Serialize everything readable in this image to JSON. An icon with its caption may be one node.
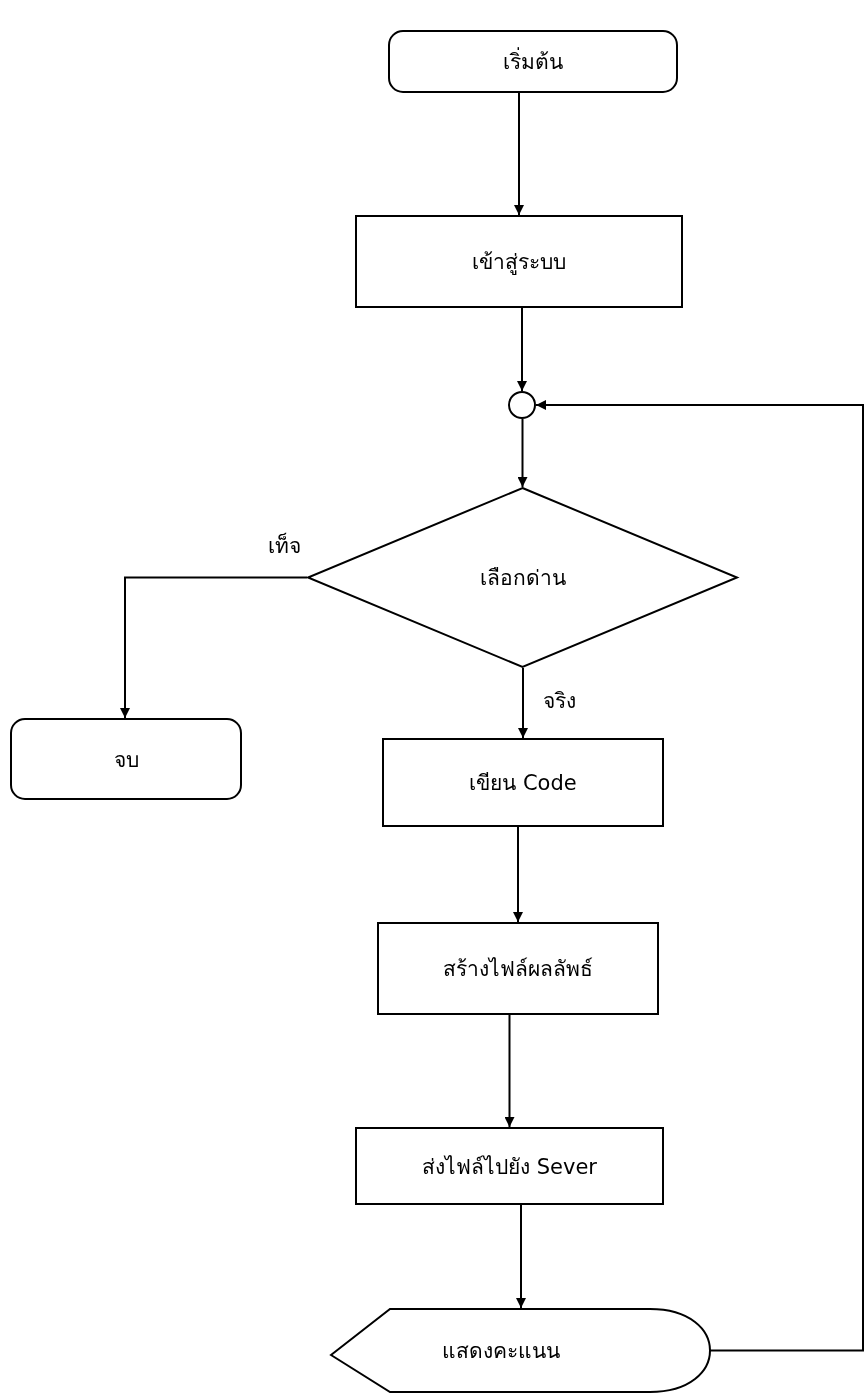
{
  "diagram": {
    "nodes": [
      {
        "text": [
          "เริ่มต้น"
        ]
      },
      {
        "text": [
          "เข้าสู่ระบบ"
        ]
      },
      {
        "text": [],
        "shape": "circle"
      },
      {
        "text": [
          "เลือกด่าน"
        ]
      },
      {
        "text": [
          "จบ"
        ]
      },
      {
        "text": [
          "เขียน Code"
        ]
      },
      {
        "text": [
          "สร้างไฟล์ผลลัพธ์"
        ]
      },
      {
        "text": [
          "ส่งไฟล์ไปยัง Sever"
        ]
      },
      {
        "text": [
          "แสดงคะแนน"
        ]
      }
    ],
    "edges": [
      {
        "from": 0,
        "to": 1,
        "arrow": "to"
      },
      {
        "from": 1,
        "to": 2,
        "arrow": "to"
      },
      {
        "from": 2,
        "to": 3,
        "arrow": "to"
      },
      {
        "from": 3,
        "to": 4,
        "arrow": "to",
        "label": "เท็จ"
      },
      {
        "from": 3,
        "to": 5,
        "arrow": "to",
        "label": "จริง"
      },
      {
        "from": 5,
        "to": 6,
        "arrow": "to"
      },
      {
        "from": 6,
        "to": 7,
        "arrow": "to"
      },
      {
        "from": 7,
        "to": 8,
        "arrow": "to"
      },
      {
        "from": 8,
        "to": 2,
        "arrow": "to"
      }
    ]
  }
}
